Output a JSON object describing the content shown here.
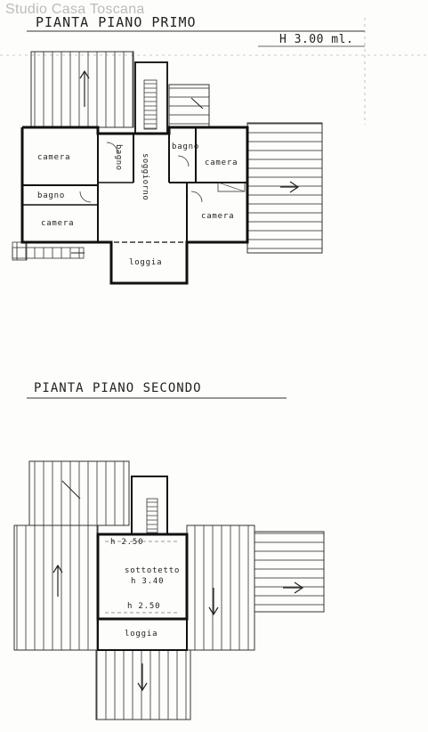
{
  "watermark": "Studio Casa Toscana",
  "first_floor": {
    "title": "PIANTA   PIANO   PRIMO",
    "height": "H 3.00 ml.",
    "rooms": {
      "camera_tl": "camera",
      "bagno_v": "bagno",
      "bagno_tr": "bagno",
      "camera_tr": "camera",
      "soggiorno": "soggiorno",
      "bagno_l": "bagno",
      "camera_bl": "camera",
      "camera_br": "camera",
      "loggia": "loggia"
    }
  },
  "second_floor": {
    "title": "PIANTA   PIANO  SECONDO",
    "h_top": "h 2.50",
    "sottotetto": "sottotetto",
    "h_center": "h 3.40",
    "h_bottom": "h 2.50",
    "loggia": "loggia"
  }
}
